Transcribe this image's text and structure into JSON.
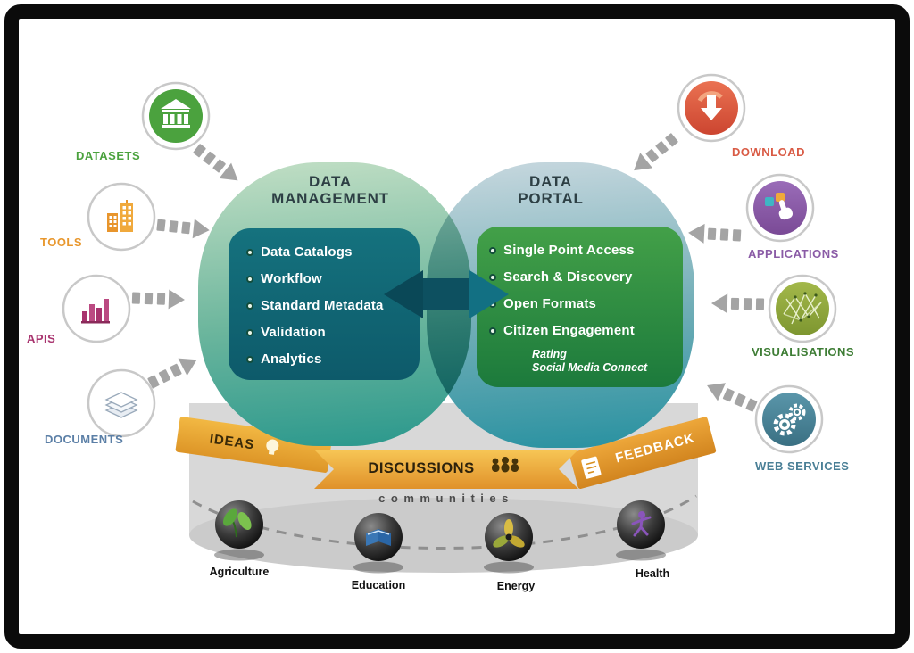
{
  "venn": {
    "left": {
      "title_line1": "DATA",
      "title_line2": "MANAGEMENT",
      "items": [
        "Data Catalogs",
        "Workflow",
        "Standard Metadata",
        "Validation",
        "Analytics"
      ]
    },
    "right": {
      "title_line1": "DATA",
      "title_line2": "PORTAL",
      "items": [
        "Single Point Access",
        "Search & Discovery",
        "Open Formats",
        "Citizen Engagement"
      ],
      "subitems": [
        "Rating",
        "Social Media Connect"
      ]
    }
  },
  "inputs": [
    {
      "label": "DATASETS",
      "color": "#4ba23e",
      "icon": "bank-icon"
    },
    {
      "label": "TOOLS",
      "color": "#e8972d",
      "icon": "buildings-icon"
    },
    {
      "label": "APIS",
      "color": "#a8336e",
      "icon": "bar-chart-icon"
    },
    {
      "label": "DOCUMENTS",
      "color": "#5b7fa6",
      "icon": "stacked-papers-icon"
    }
  ],
  "outputs": [
    {
      "label": "DOWNLOAD",
      "color": "#d95b45",
      "icon": "download-arrow-icon"
    },
    {
      "label": "APPLICATIONS",
      "color": "#8a5ba6",
      "icon": "touch-apps-icon"
    },
    {
      "label": "VISUALISATIONS",
      "color": "#3e7d35",
      "icon": "network-mesh-icon"
    },
    {
      "label": "WEB SERVICES",
      "color": "#4a7f96",
      "icon": "gears-icon"
    }
  ],
  "ribbon": {
    "ideas": "IDEAS",
    "discussions": "DISCUSSIONS",
    "feedback": "FEEDBACK",
    "communities": "communities"
  },
  "communities": [
    {
      "label": "Agriculture",
      "icon": "leaves-icon"
    },
    {
      "label": "Education",
      "icon": "open-book-icon"
    },
    {
      "label": "Energy",
      "icon": "turbine-icon"
    },
    {
      "label": "Health",
      "icon": "person-icon"
    }
  ],
  "palette": {
    "management_panel": "#11646f",
    "portal_panel": "#2e8b3f",
    "management_blob": "#2f9a8e",
    "portal_blob": "#2d93a2",
    "ribbon_gold": "#eda62f",
    "cylinder_gray": "#d8d8d8",
    "arrow_gray": "#a4a4a4"
  }
}
